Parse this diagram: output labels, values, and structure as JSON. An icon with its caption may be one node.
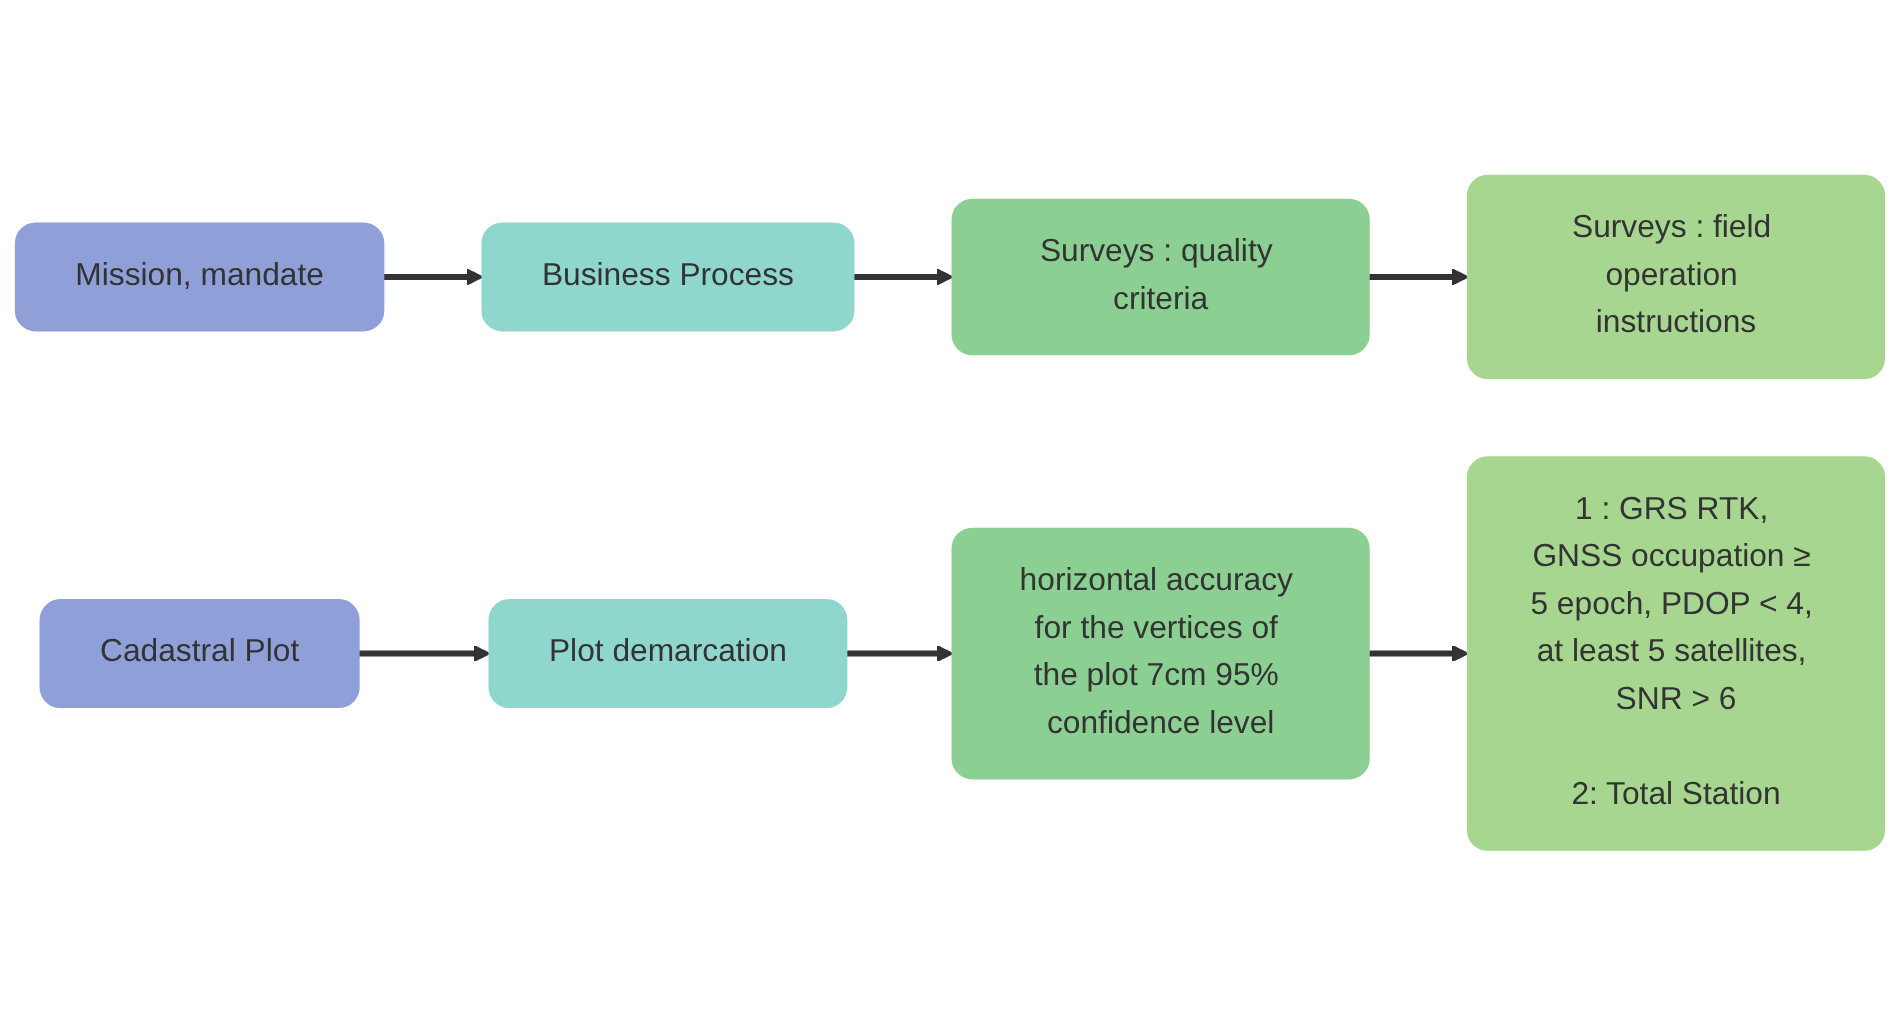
{
  "diagram": {
    "nodes": [
      {
        "text": [
          "Mission, mandate"
        ]
      },
      {
        "text": [
          "Business Process"
        ]
      },
      {
        "text": [
          "Surveys : quality criteria"
        ]
      },
      {
        "text": [
          "Surveys : field operation instructions"
        ]
      },
      {
        "text": [
          "Cadastral Plot"
        ]
      },
      {
        "text": [
          "Plot demarcation"
        ]
      },
      {
        "text": [
          "horizontal accuracy for the vertices of the plot 7cm 95% confidence level"
        ]
      },
      {
        "text": [
          "1 : GRS RTK, GNSS occupation ≥ 5 epoch, PDOP < 4, at least 5 satellites, SNR > 6",
          "2: Total Station"
        ]
      }
    ],
    "edges": [
      {
        "from": 0,
        "to": 1,
        "arrow": "to"
      },
      {
        "from": 1,
        "to": 2,
        "arrow": "to"
      },
      {
        "from": 2,
        "to": 3,
        "arrow": "to"
      },
      {
        "from": 4,
        "to": 5,
        "arrow": "to"
      },
      {
        "from": 5,
        "to": 6,
        "arrow": "to"
      },
      {
        "from": 6,
        "to": 7,
        "arrow": "to"
      }
    ]
  }
}
